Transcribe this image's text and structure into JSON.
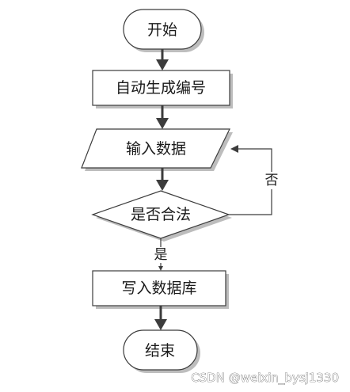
{
  "nodes": {
    "start": "开始",
    "generate_id": "自动生成编号",
    "input_data": "输入数据",
    "is_valid": "是否合法",
    "write_db": "写入数据库",
    "end": "结束"
  },
  "edges": {
    "yes": "是",
    "no": "否"
  },
  "watermark": "CSDN @weixin_bysj1330"
}
